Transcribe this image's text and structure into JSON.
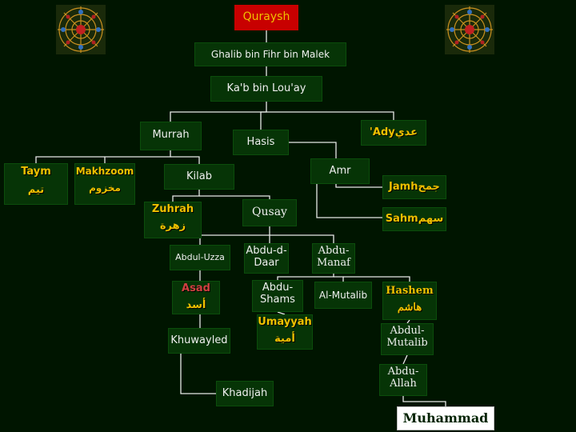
{
  "colors": {
    "background": "#001500",
    "box_fill": "#063406",
    "line": "#e8e8e8",
    "gold_text": "#f0c000",
    "highlight_box": "#c80000",
    "final_box": "#ffffff"
  },
  "nodes": {
    "quraysh": "Quraysh",
    "ghalib": "Ghalib bin Fihr bin Malek",
    "kab": "Ka'b bin Lou'ay",
    "murrah": "Murrah",
    "hasis": "Hasis",
    "ady": "'Adyعدي",
    "taym_en": "Taym",
    "taym_ar": "تيم",
    "makhzoom_en": "Makhzoom",
    "makhzoom_ar": "مخزوم",
    "kilab": "Kilab",
    "amr": "Amr",
    "jamh": "Jamhجمح",
    "zuhrah_en": "Zuhrah",
    "zuhrah_ar": "زهرة",
    "qusay": "Qusay",
    "sahm": "Sahmسهم",
    "abdul_uzza": "Abdul-Uzza",
    "abdu_d_daar": "Abdu-d-Daar",
    "abdu_manaf": "Abdu-Manaf",
    "asad_en": "Asad",
    "asad_ar": "أسد",
    "abdu_shams": "Abdu-Shams",
    "al_mutalib": "Al-Mutalib",
    "hashem_en": "Hashem",
    "hashem_ar": "هاشم",
    "umayyah_en": "Umayyah",
    "umayyah_ar": "أمية",
    "khuwayled": "Khuwayled",
    "abdul_mutalib": "Abdul-Mutalib",
    "khadijah": "Khadijah",
    "abdu_allah": "Abdu-Allah",
    "muhammad": "Muhammad"
  },
  "edges": [
    [
      "quraysh",
      "ghalib"
    ],
    [
      "ghalib",
      "kab"
    ],
    [
      "kab",
      "murrah"
    ],
    [
      "kab",
      "hasis"
    ],
    [
      "kab",
      "ady"
    ],
    [
      "murrah",
      "taym"
    ],
    [
      "murrah",
      "makhzoom"
    ],
    [
      "murrah",
      "kilab"
    ],
    [
      "hasis",
      "amr"
    ],
    [
      "amr",
      "jamh"
    ],
    [
      "amr",
      "sahm"
    ],
    [
      "kilab",
      "zuhrah"
    ],
    [
      "kilab",
      "qusay"
    ],
    [
      "qusay",
      "abdu_d_daar"
    ],
    [
      "qusay",
      "abdu_manaf"
    ],
    [
      "qusay",
      "abdul_uzza"
    ],
    [
      "abdul_uzza",
      "asad"
    ],
    [
      "asad",
      "khuwayled"
    ],
    [
      "khuwayled",
      "khadijah"
    ],
    [
      "abdu_manaf",
      "abdu_shams"
    ],
    [
      "abdu_manaf",
      "al_mutalib"
    ],
    [
      "abdu_manaf",
      "hashem"
    ],
    [
      "abdu_shams",
      "umayyah"
    ],
    [
      "hashem",
      "abdul_mutalib"
    ],
    [
      "abdul_mutalib",
      "abdu_allah"
    ],
    [
      "abdu_allah",
      "muhammad"
    ]
  ]
}
